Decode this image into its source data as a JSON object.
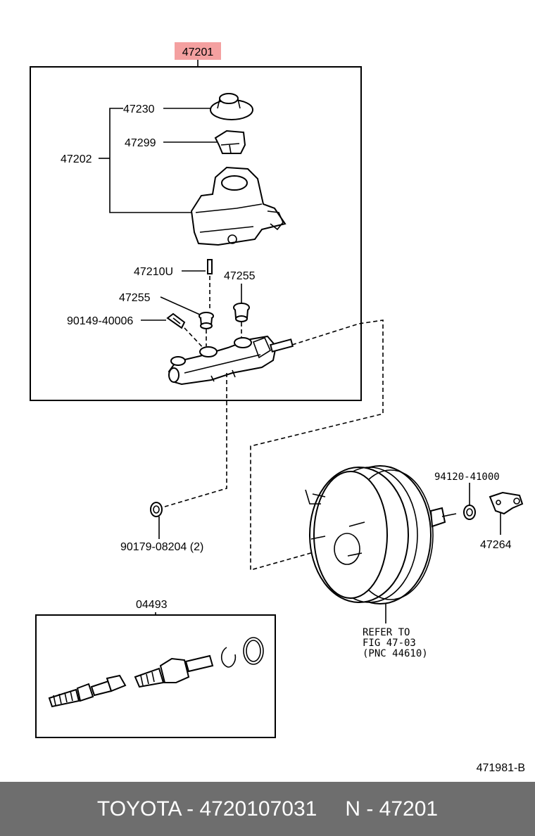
{
  "diagram": {
    "assembly_label": "47201",
    "labels": {
      "reservoir_sub_assy": "47202",
      "reservoir_cap": "47230",
      "strainer": "47299",
      "pin": "47210U",
      "grommet_right": "47255",
      "grommet_left": "47255",
      "union_bolt": "90149-40006",
      "nut_left": "90179-08204 (2)",
      "nut_right": "94120-41000",
      "bracket": "47264",
      "kit": "04493",
      "refer_line1": "REFER TO",
      "refer_line2": "FIG 47-03",
      "refer_line3": "(PNC 44610)",
      "figure_code": "471981-B"
    }
  },
  "footer": {
    "brand_part": "TOYOTA - 4720107031",
    "pnc": "N - 47201"
  },
  "colors": {
    "highlight": "#f4a0a0",
    "footer_bg": "#6e6e6e",
    "footer_text": "#ffffff"
  }
}
